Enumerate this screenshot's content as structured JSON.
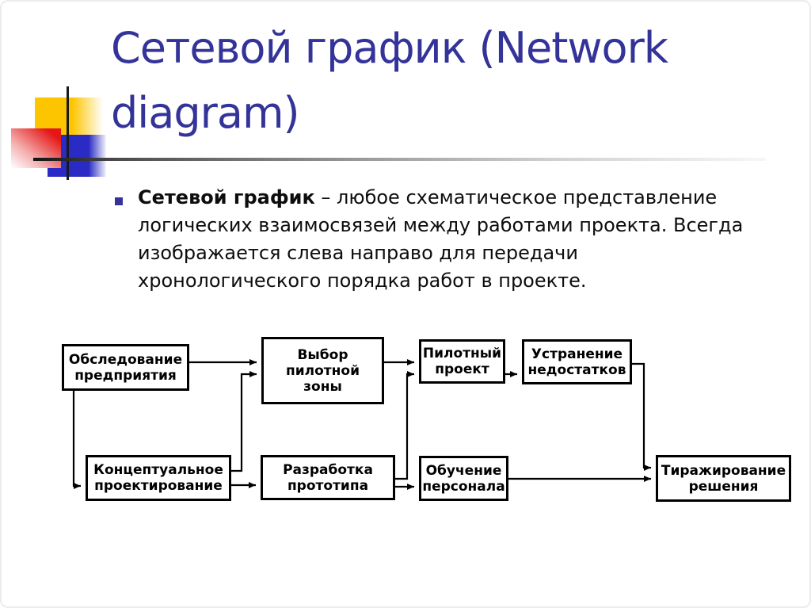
{
  "slide": {
    "title_line1": "Сетевой график (Network",
    "title_line2": "diagram)",
    "title_color": "#333399",
    "bullet": {
      "term": "Сетевой график",
      "line1_rest": " – любое схематическое представление",
      "line2": "логических взаимосвязей между работами проекта. Всегда",
      "line3": "изображается слева направо для передачи",
      "line4": "хронологического порядка работ в проекте."
    }
  },
  "decoration": {
    "yellow_square": "#FDC500",
    "red_square": "#E51616",
    "blue_square": "#2A2AC4",
    "crosshair_line": "#1A1A1A",
    "rule_gradient_start": "#141414",
    "rule_gradient_end": "#F7F7F7"
  },
  "diagram": {
    "nodes": [
      {
        "id": "survey",
        "label": "Обследование предприятия"
      },
      {
        "id": "pilot-zone",
        "label": "Выбор пилотной зоны"
      },
      {
        "id": "pilot-project",
        "label": "Пилотный проект"
      },
      {
        "id": "fix",
        "label": "Устранение недостатков"
      },
      {
        "id": "concept",
        "label": "Концептуальное проектирование"
      },
      {
        "id": "prototype",
        "label": "Разработка прототипа"
      },
      {
        "id": "training",
        "label": "Обучение персонала"
      },
      {
        "id": "rollout",
        "label": "Тиражирование решения"
      }
    ],
    "edges": [
      {
        "from": "survey",
        "to": "pilot-zone"
      },
      {
        "from": "survey",
        "to": "concept"
      },
      {
        "from": "concept",
        "to": "pilot-zone"
      },
      {
        "from": "concept",
        "to": "prototype"
      },
      {
        "from": "pilot-zone",
        "to": "pilot-project"
      },
      {
        "from": "prototype",
        "to": "pilot-project"
      },
      {
        "from": "prototype",
        "to": "training"
      },
      {
        "from": "pilot-project",
        "to": "fix"
      },
      {
        "from": "fix",
        "to": "rollout"
      },
      {
        "from": "training",
        "to": "rollout"
      }
    ]
  }
}
